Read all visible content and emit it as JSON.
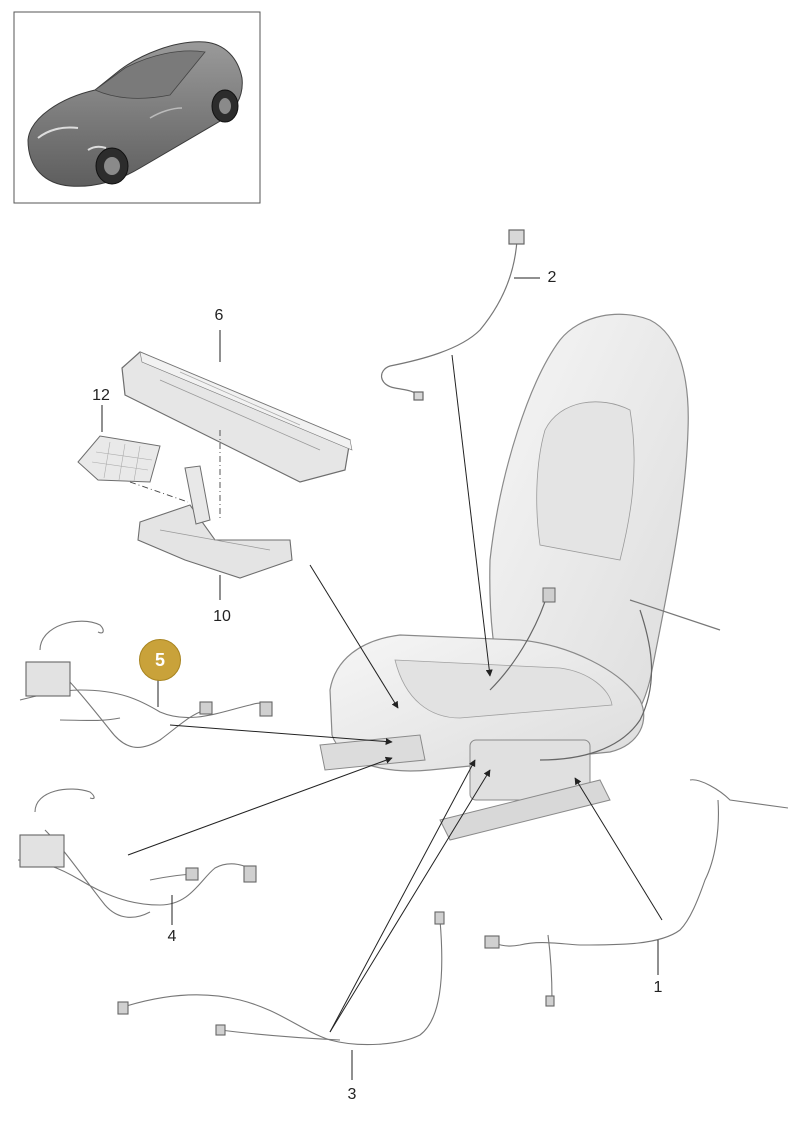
{
  "callouts": {
    "c1": "1",
    "c2": "2",
    "c3": "3",
    "c4": "4",
    "c5": "5",
    "c6": "6",
    "c10": "10",
    "c12": "12"
  },
  "highlighted_part": "5",
  "colors": {
    "badge": "#c9a23a",
    "line": "#333333",
    "part_fill": "#e6e6e6",
    "part_stroke": "#6e6e6e",
    "seat_fill": "#eeeeee"
  }
}
